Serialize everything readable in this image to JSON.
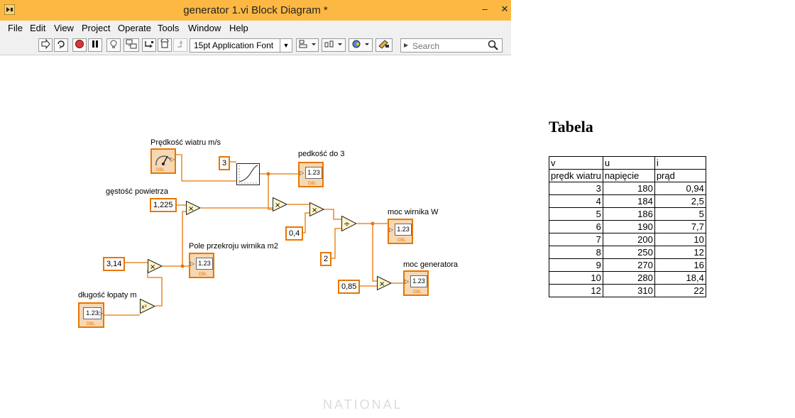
{
  "window": {
    "title": "generator 1.vi Block Diagram *",
    "controls": {
      "minimize": "–",
      "close": "✕"
    }
  },
  "menu": [
    "File",
    "Edit",
    "View",
    "Project",
    "Operate",
    "Tools",
    "Window",
    "Help"
  ],
  "toolbar": {
    "font": "15pt Application Font",
    "search_placeholder": "Search"
  },
  "diagram": {
    "labels": {
      "wind_speed": "Prędkość wiatru m/s",
      "speed_cubed": "pedkość do 3",
      "air_density": "gęstość powietrza",
      "rotor_area": "Pole przekroju wirnika m2",
      "blade_length": "długość łopaty m",
      "rotor_power": "moc wirnika W",
      "generator_power": "moc generatora"
    },
    "constants": {
      "exponent": "3",
      "density": "1,225",
      "coefficient": "0,4",
      "divisor": "2",
      "pi": "3,14",
      "efficiency": "0,85"
    },
    "indicator_text": "1.23",
    "dbl_text": "DBL",
    "ops": {
      "multiply": "×",
      "divide": "÷",
      "square": "x²"
    }
  },
  "watermark": "NATIONAL",
  "tabela": {
    "title": "Tabela",
    "header1": [
      "v",
      "u",
      "i"
    ],
    "header2": [
      "prędk wiatru",
      "napięcie",
      "prąd"
    ],
    "rows": [
      [
        "3",
        "180",
        "0,94"
      ],
      [
        "4",
        "184",
        "2,5"
      ],
      [
        "5",
        "186",
        "5"
      ],
      [
        "6",
        "190",
        "7,7"
      ],
      [
        "7",
        "200",
        "10"
      ],
      [
        "8",
        "250",
        "12"
      ],
      [
        "9",
        "270",
        "16"
      ],
      [
        "10",
        "280",
        "18,4"
      ],
      [
        "12",
        "310",
        "22"
      ]
    ]
  }
}
